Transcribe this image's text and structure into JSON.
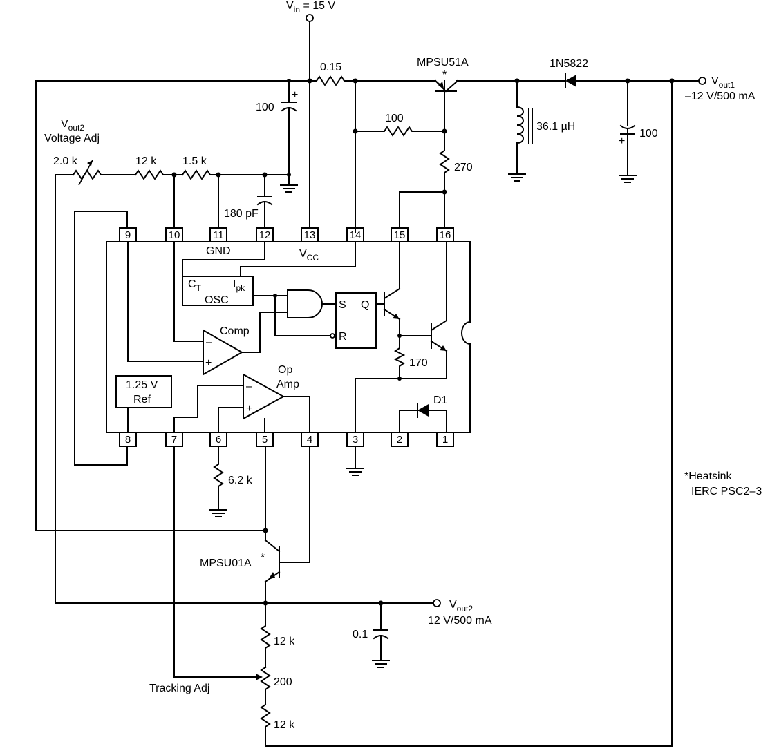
{
  "supply": {
    "label": "V",
    "sub": "in",
    "value": " = 15 V"
  },
  "components": {
    "r_sense": "0.15",
    "q_pass": "MPSU51A",
    "q_pass_mark": "*",
    "diode": "1N5822",
    "inductor": "36.1 µH",
    "c_in": "100",
    "c_out1": "100",
    "r_base": "100",
    "r_270": "270",
    "pot_vadj": "2.0 k",
    "r_12k_top": "12 k",
    "r_1k5": "1.5 k",
    "c_timing": "180 pF",
    "r_6k2": "6.2 k",
    "q_track": "MPSU01A",
    "q_track_mark": "*",
    "c_out2": "0.1",
    "r_12k_upper": "12 k",
    "pot_track": "200",
    "r_12k_lower": "12 k",
    "r_170": "170"
  },
  "labels": {
    "vout2_adj_v": "V",
    "vout2_adj_sub": "out2",
    "vout2_adj_text": "Voltage Adj",
    "vout1_v": "V",
    "vout1_sub": "out1",
    "vout1_spec": "–12 V/500 mA",
    "vout2_v": "V",
    "vout2_sub": "out2",
    "vout2_spec": "12 V/500 mA",
    "tracking_adj": "Tracking Adj",
    "heatsink_line1": "*Heatsink",
    "heatsink_line2": "IERC PSC2–3"
  },
  "ic": {
    "gnd": "GND",
    "vcc_v": "V",
    "vcc_sub": "CC",
    "ct_c": "C",
    "ct_sub": "T",
    "ipk_i": "I",
    "ipk_sub": "pk",
    "osc": "OSC",
    "comp": "Comp",
    "opamp_line1": "Op",
    "opamp_line2": "Amp",
    "ref_line1": "1.25 V",
    "ref_line2": "Ref",
    "latch_s": "S",
    "latch_r": "R",
    "latch_q": "Q",
    "d1": "D1",
    "minus": "–",
    "plus": "+",
    "top_pins": [
      "9",
      "10",
      "11",
      "12",
      "13",
      "14",
      "15",
      "16"
    ],
    "bottom_pins": [
      "8",
      "7",
      "6",
      "5",
      "4",
      "3",
      "2",
      "1"
    ]
  },
  "cap_polarity": "+"
}
